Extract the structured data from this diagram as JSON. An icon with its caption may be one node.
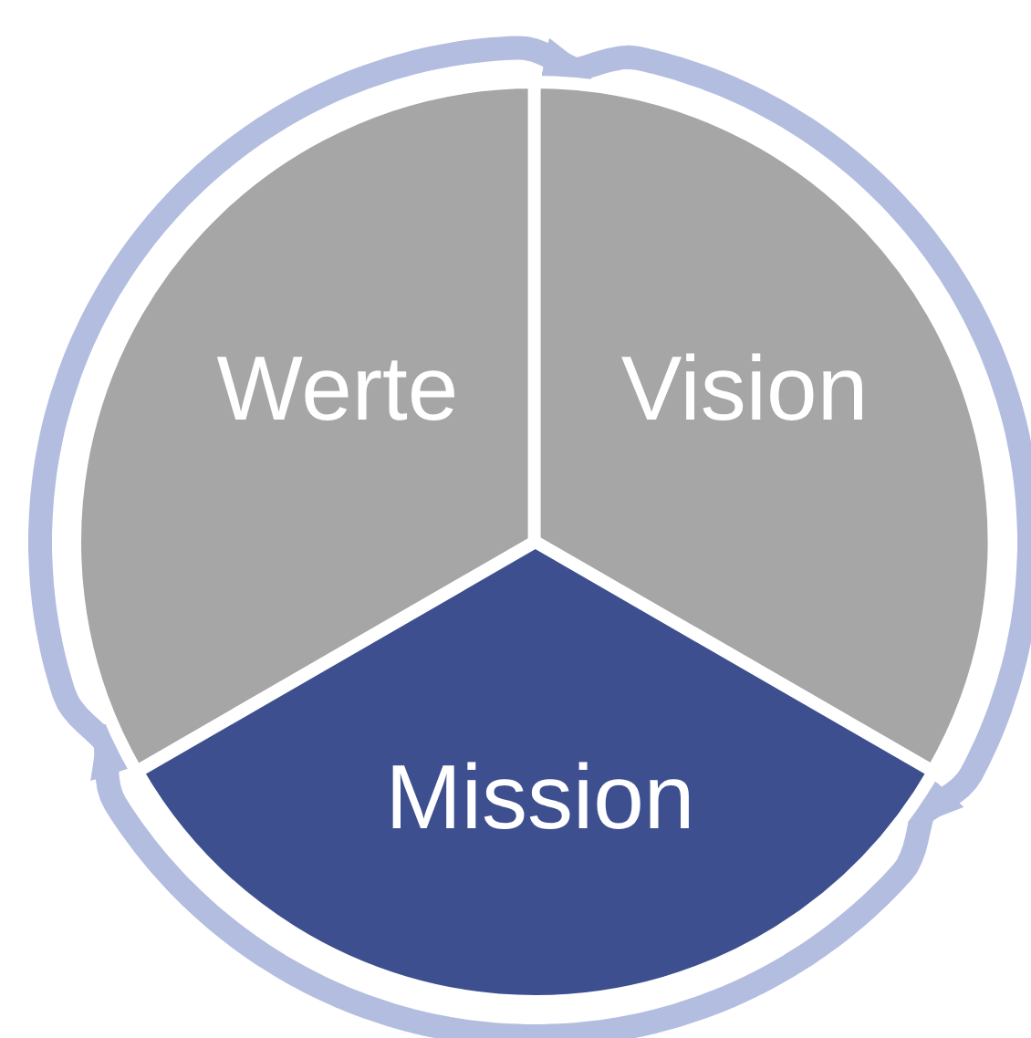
{
  "diagram": {
    "nodes": [
      {
        "text": [
          "Werte"
        ]
      },
      {
        "text": [
          "Vision"
        ]
      },
      {
        "text": [
          "Mission"
        ]
      }
    ],
    "edges": [
      {
        "from": 0,
        "to": 1,
        "arrow": "to"
      },
      {
        "from": 1,
        "to": 2,
        "arrow": "to"
      },
      {
        "from": 2,
        "to": 0,
        "arrow": "to"
      }
    ]
  }
}
